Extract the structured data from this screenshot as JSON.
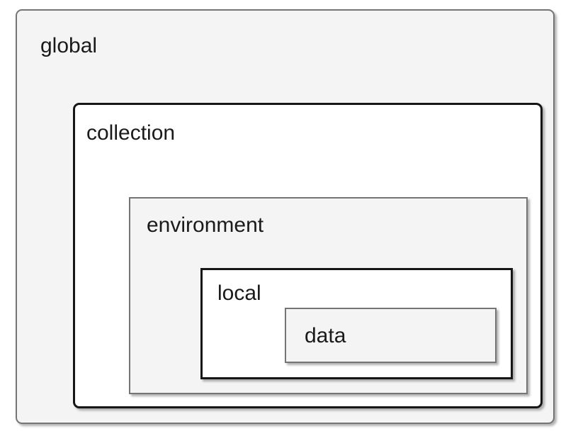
{
  "diagram": {
    "description": "Nested variable scope diagram",
    "scopes": [
      {
        "id": "global",
        "label": "global"
      },
      {
        "id": "collection",
        "label": "collection"
      },
      {
        "id": "environment",
        "label": "environment"
      },
      {
        "id": "local",
        "label": "local"
      },
      {
        "id": "data",
        "label": "data"
      }
    ],
    "colors": {
      "canvas_background": "#ffffff",
      "gray_box_fill": "#f4f4f4",
      "white_box_fill": "#ffffff",
      "gray_border": "#757575",
      "black_border": "#161616",
      "label_text": "#1a1a1a",
      "shadow": "rgba(0,0,0,0.30)"
    }
  }
}
